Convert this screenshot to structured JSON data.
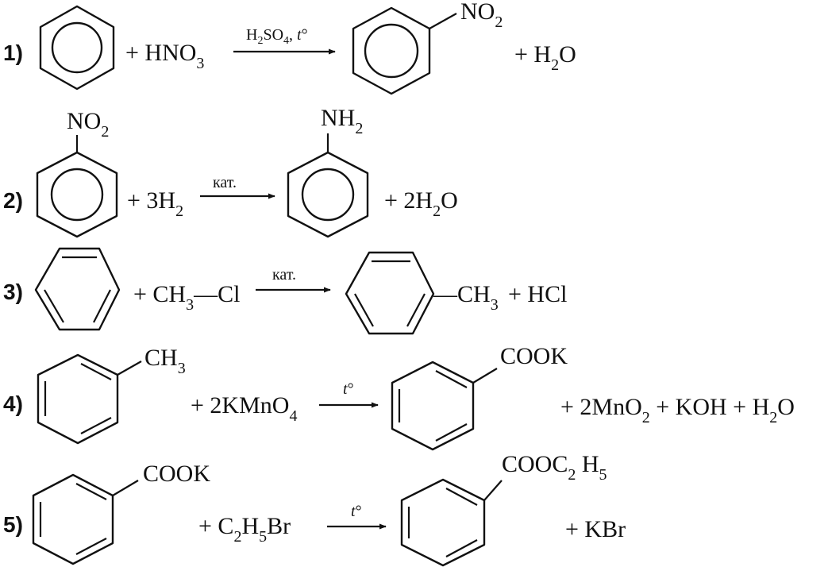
{
  "reactions": [
    {
      "number": "1)",
      "plus_reagent": "+ HNO",
      "reagent_sub": "3",
      "cond_a": "H",
      "cond_a_sub": "2",
      "cond_b": "SO",
      "cond_b_sub": "4",
      "cond_c": ", ",
      "cond_t": "t",
      "cond_deg": "°",
      "product_group": "NO",
      "product_group_sub": "2",
      "side_plus": "+ H",
      "side_sub": "2",
      "side_tail": "O"
    },
    {
      "number": "2)",
      "reactant_group": "NO",
      "reactant_group_sub": "2",
      "plus_reagent": "+ 3H",
      "reagent_sub": "2",
      "condition": "кат.",
      "product_group": "NH",
      "product_group_sub": "2",
      "side_plus": "+ 2H",
      "side_sub": "2",
      "side_tail": "O"
    },
    {
      "number": "3)",
      "plus_reagent": "+ CH",
      "reagent_sub": "3",
      "reagent_tail": "—Cl",
      "condition": "кат.",
      "product_group": "—CH",
      "product_group_sub": "3",
      "side_text": "+ HCl"
    },
    {
      "number": "4)",
      "reactant_group": "CH",
      "reactant_group_sub": "3",
      "plus_reagent": "+ 2KMnO",
      "reagent_sub": "4",
      "cond_t": "t",
      "cond_deg": "°",
      "product_group": "COOK",
      "side_a": "+ 2MnO",
      "side_a_sub": "2",
      "side_b": " + KOH + H",
      "side_b_sub": "2",
      "side_b_tail": "O"
    },
    {
      "number": "5)",
      "reactant_group": "COOK",
      "plus_reagent": "+ C",
      "reagent_sub1": "2",
      "reagent_mid": "H",
      "reagent_sub2": "5",
      "reagent_tail": "Br",
      "cond_t": "t",
      "cond_deg": "°",
      "product_group_a": "COOC",
      "product_group_sub1": "2",
      "product_group_b": " H",
      "product_group_sub2": "5",
      "side_text": "+ KBr"
    }
  ]
}
